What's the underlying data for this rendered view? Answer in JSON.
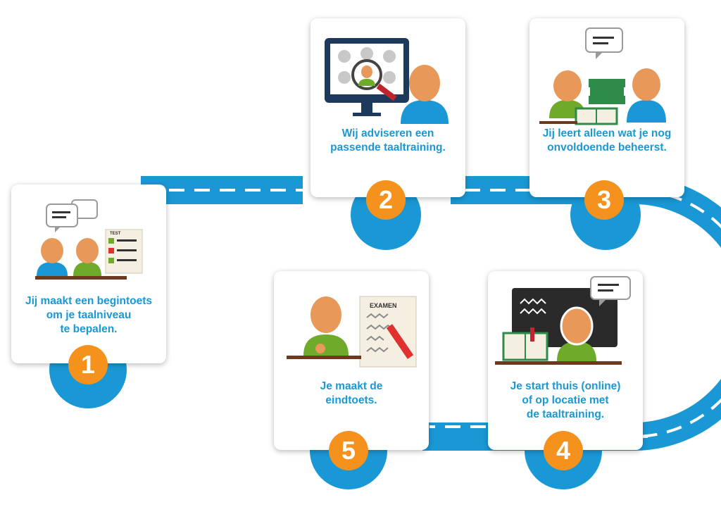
{
  "colors": {
    "road": "#1a98d5",
    "number_badge": "#f5921e",
    "caption_text": "#1a98d5",
    "skin": "#e8995a",
    "shirt_blue": "#1a98d5",
    "shirt_green": "#6faa2b",
    "desk": "#6b3a1e",
    "monitor": "#1d3a5c",
    "chalkboard": "#2a2a2a"
  },
  "steps": [
    {
      "number": "1",
      "text": "Jij maakt een begintoets\nom je taalniveau\nte bepalen.",
      "sheet_label": "TEST",
      "icon": "placement-test-icon"
    },
    {
      "number": "2",
      "text": "Wij adviseren een\npassende taaltraining.",
      "icon": "advice-magnifier-icon"
    },
    {
      "number": "3",
      "text": "Jij leert alleen wat je nog\nonvoldoende beheerst.",
      "icon": "tutoring-books-icon"
    },
    {
      "number": "4",
      "text": "Je start thuis (online)\nof op locatie met\nde taaltraining.",
      "icon": "classroom-chalkboard-icon"
    },
    {
      "number": "5",
      "text": "Je maakt de\neindtoets.",
      "sheet_label": "EXAMEN",
      "icon": "final-exam-icon"
    }
  ]
}
